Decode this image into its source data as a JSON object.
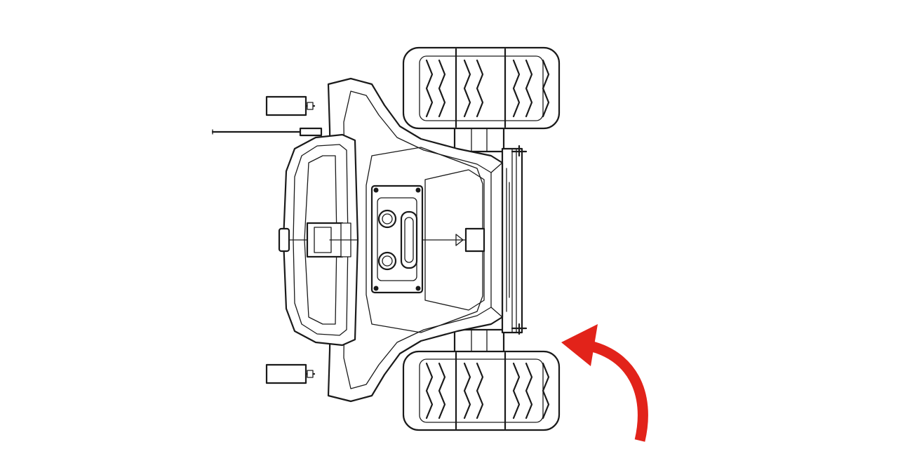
{
  "diagram": {
    "subject": "robot-mower-top-view-outline",
    "line_color": "#1a1a1a",
    "arrow": {
      "icon": "curved-arrow-icon",
      "color": "#e2231a",
      "direction": "counter-clockwise"
    },
    "wheels": [
      {
        "id": "rear-left-wheel",
        "icon": "tire-tread-icon"
      },
      {
        "id": "rear-right-wheel",
        "icon": "tire-tread-icon"
      }
    ],
    "casters": [
      {
        "id": "front-left-caster"
      },
      {
        "id": "front-right-caster"
      }
    ]
  }
}
